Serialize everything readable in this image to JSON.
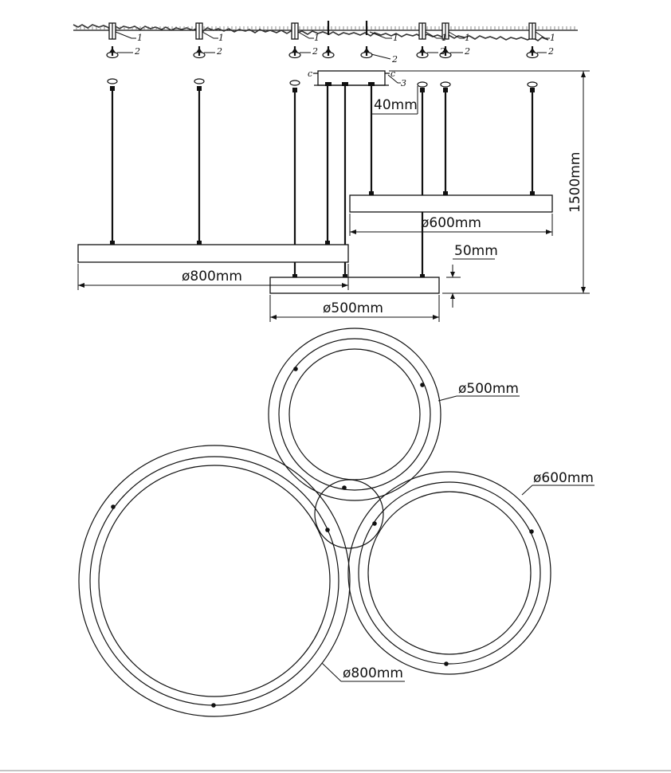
{
  "elevation": {
    "dims": {
      "d800": "ø800mm",
      "d600": "ø600mm",
      "d500": "ø500mm",
      "height": "1500mm",
      "canopy": "40mm",
      "ring": "50mm"
    },
    "callouts": {
      "one": "1",
      "two": "2",
      "three": "3"
    }
  },
  "plan": {
    "labels": {
      "d500": "ø500mm",
      "d600": "ø600mm",
      "d800": "ø800mm"
    }
  }
}
